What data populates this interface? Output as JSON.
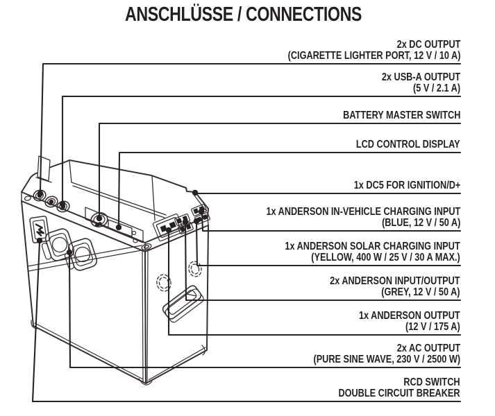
{
  "title": "ANSCHLÜSSE / CONNECTIONS",
  "line_color": "#262122",
  "labels": [
    {
      "id": "dc-output",
      "line1": "2x DC OUTPUT",
      "line2": "(CIGARETTE LIGHTER PORT, 12 V / 10 A)"
    },
    {
      "id": "usb-output",
      "line1": "2x USB-A OUTPUT",
      "line2": "(5 V / 2.1 A)"
    },
    {
      "id": "battery-master-switch",
      "line1": "BATTERY MASTER SWITCH"
    },
    {
      "id": "lcd-control-display",
      "line1": "LCD CONTROL DISPLAY"
    },
    {
      "id": "dc5-ignition",
      "line1": "1x DC5 FOR IGNITION/D+"
    },
    {
      "id": "anderson-in-vehicle-input",
      "line1": "1x ANDERSON IN-VEHICLE CHARGING INPUT",
      "line2": "(BLUE, 12 V / 50 A)"
    },
    {
      "id": "anderson-solar-input",
      "line1": "1x ANDERSON SOLAR CHARGING INPUT",
      "line2": "(YELLOW, 400 W / 25 V / 30 A MAX.)"
    },
    {
      "id": "anderson-input-output",
      "line1": "2x ANDERSON INPUT/OUTPUT",
      "line2": "(GREY, 12 V / 50 A)"
    },
    {
      "id": "anderson-output",
      "line1": "1x ANDERSON OUTPUT",
      "line2": "(12 V / 175 A)"
    },
    {
      "id": "ac-output",
      "line1": "2x AC OUTPUT",
      "line2": "(PURE SINE WAVE, 230 V / 2500 W)"
    },
    {
      "id": "rcd-switch",
      "line1": "RCD SWITCH",
      "line2": "DOUBLE CIRCUIT BREAKER"
    }
  ]
}
